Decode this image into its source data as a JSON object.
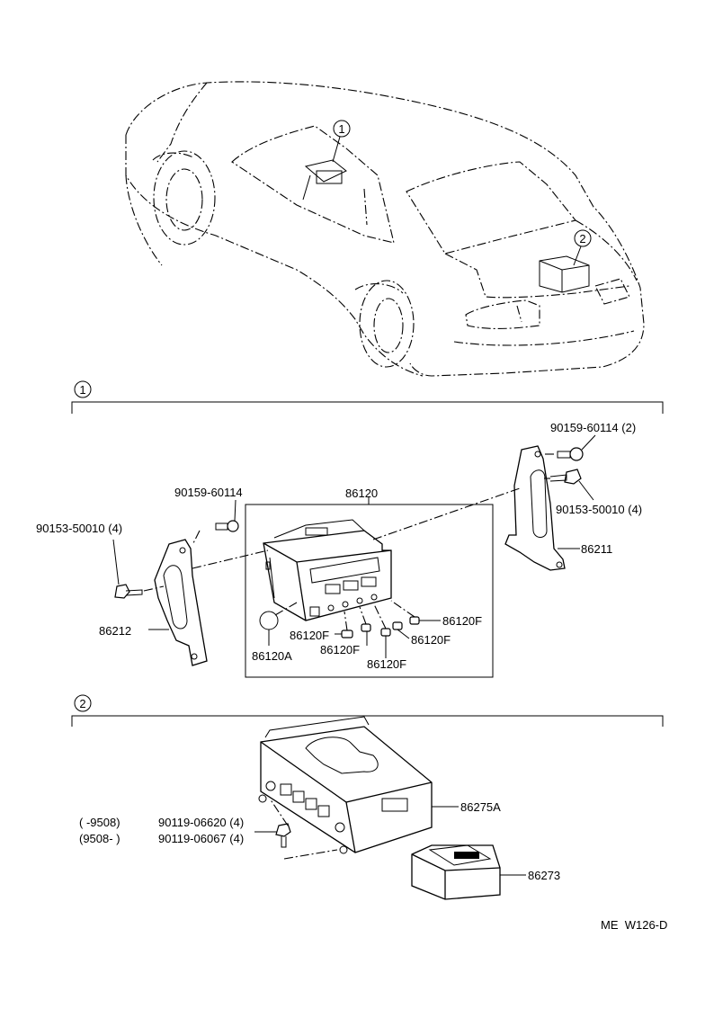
{
  "callouts": {
    "one": "1",
    "two": "2"
  },
  "section1": {
    "labels": {
      "part_86120": "86120",
      "bolt_top_right_with_qty": "90159-60114 (2)",
      "screw_right_with_qty": "90153-50010 (4)",
      "bracket_right": "86211",
      "bolt_left": "90159-60114",
      "screw_left_with_qty": "90153-50010 (4)",
      "bracket_left": "86212",
      "knob": "86120A",
      "button_1": "86120F",
      "button_2": "86120F",
      "button_3": "86120F",
      "button_4": "86120F",
      "button_5": "86120F"
    }
  },
  "section2": {
    "labels": {
      "amplifier": "86275A",
      "cover": "86273",
      "bolt_line1_range": "(      -9508)",
      "bolt_line1_part": "90119-06620 (4)",
      "bolt_line2_range": "(9508-        )",
      "bolt_line2_part": "90119-06067 (4)"
    }
  },
  "footer": {
    "code": "ME  W126-D"
  }
}
